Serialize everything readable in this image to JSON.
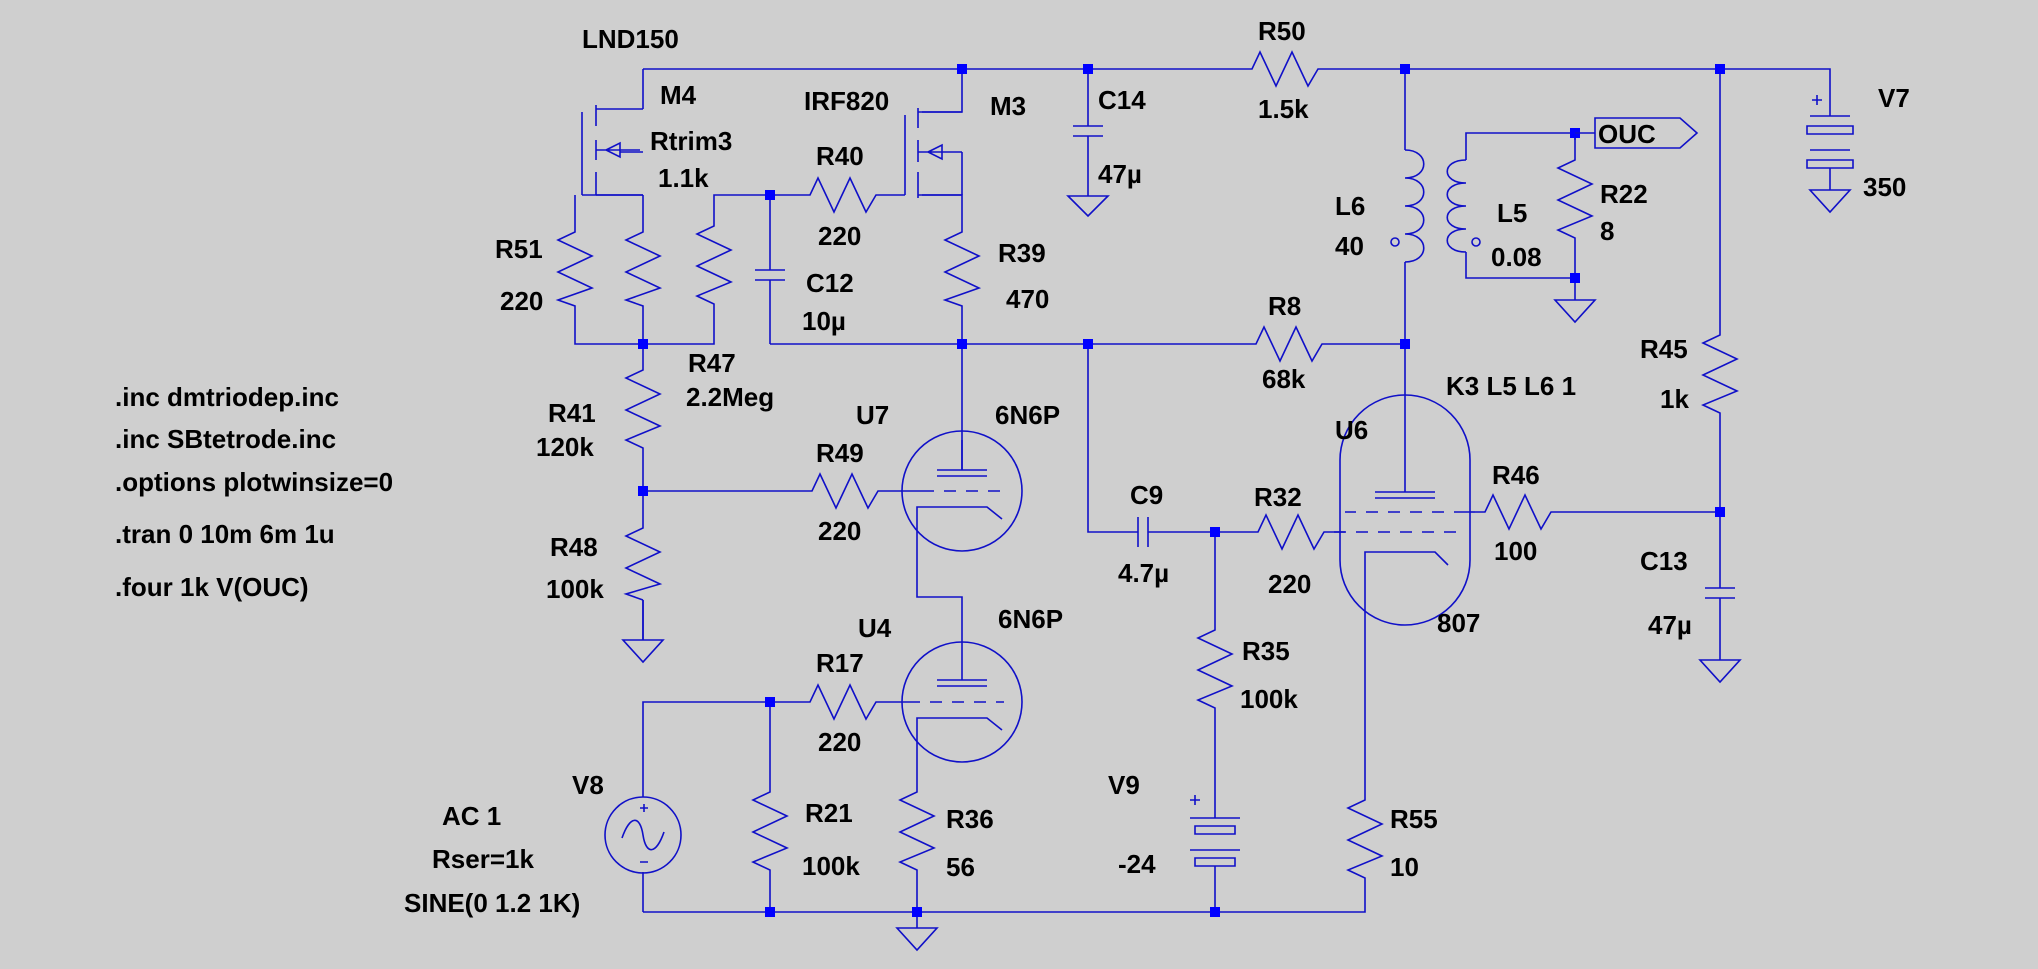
{
  "colors": {
    "background": "#cfcfcf",
    "wire": "#1010c8",
    "junction": "#0000ff",
    "text": "#000000"
  },
  "directives": [
    ".inc dmtriodep.inc",
    ".inc SBtetrode.inc",
    ".options plotwinsize=0",
    ".tran 0 10m 6m 1u",
    ".four 1k V(OUC)"
  ],
  "coupling": "K3 L5 L6 1",
  "components": {
    "M4": {
      "name": "M4",
      "model": "LND150"
    },
    "M3": {
      "name": "M3",
      "model": "IRF820"
    },
    "Rtrim3": {
      "name": "Rtrim3",
      "value": "1.1k"
    },
    "R40": {
      "name": "R40",
      "value": "220"
    },
    "C14": {
      "name": "C14",
      "value": "47µ"
    },
    "R50": {
      "name": "R50",
      "value": "1.5k"
    },
    "V7": {
      "name": "V7",
      "value": "350"
    },
    "OUC": {
      "name": "OUC"
    },
    "R22": {
      "name": "R22",
      "value": "8"
    },
    "L5": {
      "name": "L5",
      "value": "0.08"
    },
    "L6": {
      "name": "L6",
      "value": "40"
    },
    "R51": {
      "name": "R51",
      "value": "220"
    },
    "R47": {
      "name": "R47",
      "value": "2.2Meg"
    },
    "C12": {
      "name": "C12",
      "value": "10µ"
    },
    "R39": {
      "name": "R39",
      "value": "470"
    },
    "R8": {
      "name": "R8",
      "value": "68k"
    },
    "R45": {
      "name": "R45",
      "value": "1k"
    },
    "R41": {
      "name": "R41",
      "value": "120k"
    },
    "R48": {
      "name": "R48",
      "value": "100k"
    },
    "U7": {
      "name": "U7",
      "model": "6N6P"
    },
    "R49": {
      "name": "R49",
      "value": "220"
    },
    "U6": {
      "name": "U6",
      "model": "807"
    },
    "C9": {
      "name": "C9",
      "value": "4.7µ"
    },
    "R32": {
      "name": "R32",
      "value": "220"
    },
    "R46": {
      "name": "R46",
      "value": "100"
    },
    "C13": {
      "name": "C13",
      "value": "47µ"
    },
    "U4": {
      "name": "U4",
      "model": "6N6P"
    },
    "R17": {
      "name": "R17",
      "value": "220"
    },
    "R35": {
      "name": "R35",
      "value": "100k"
    },
    "V8": {
      "name": "V8",
      "ac": "AC 1",
      "rser": "Rser=1k",
      "source": "SINE(0 1.2 1K)"
    },
    "R21": {
      "name": "R21",
      "value": "100k"
    },
    "R36": {
      "name": "R36",
      "value": "56"
    },
    "V9": {
      "name": "V9",
      "value": "-24"
    },
    "R55": {
      "name": "R55",
      "value": "10"
    }
  }
}
